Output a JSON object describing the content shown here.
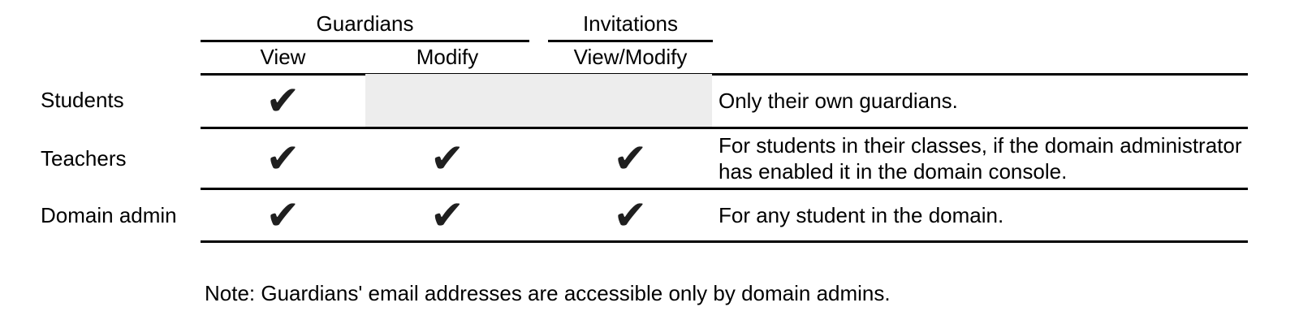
{
  "table": {
    "column_groups": [
      {
        "label": "Guardians",
        "spans": [
          "View",
          "Modify"
        ]
      },
      {
        "label": "Invitations",
        "spans": [
          "View/Modify"
        ]
      }
    ],
    "columns": [
      {
        "label": "View"
      },
      {
        "label": "Modify"
      },
      {
        "label": "View/Modify"
      }
    ],
    "rows": [
      {
        "label": "Students",
        "view": true,
        "modify": false,
        "view_modify": false,
        "shaded": "Modify and View/Modify cells greyed out",
        "note": "Only their own guardians."
      },
      {
        "label": "Teachers",
        "view": true,
        "modify": true,
        "view_modify": true,
        "note": "For students in their classes, if the domain administrator has enabled it in the domain console."
      },
      {
        "label": "Domain admin",
        "view": true,
        "modify": true,
        "view_modify": true,
        "note": "For any student in the domain."
      }
    ],
    "footnote": "Note: Guardians' email addresses are accessible only by domain admins."
  },
  "glyphs": {
    "check": "✔"
  },
  "colors": {
    "text": "#000000",
    "line": "#000000",
    "shaded_cell": "#ededed",
    "check": "#1f1f1f",
    "background": "#ffffff"
  }
}
